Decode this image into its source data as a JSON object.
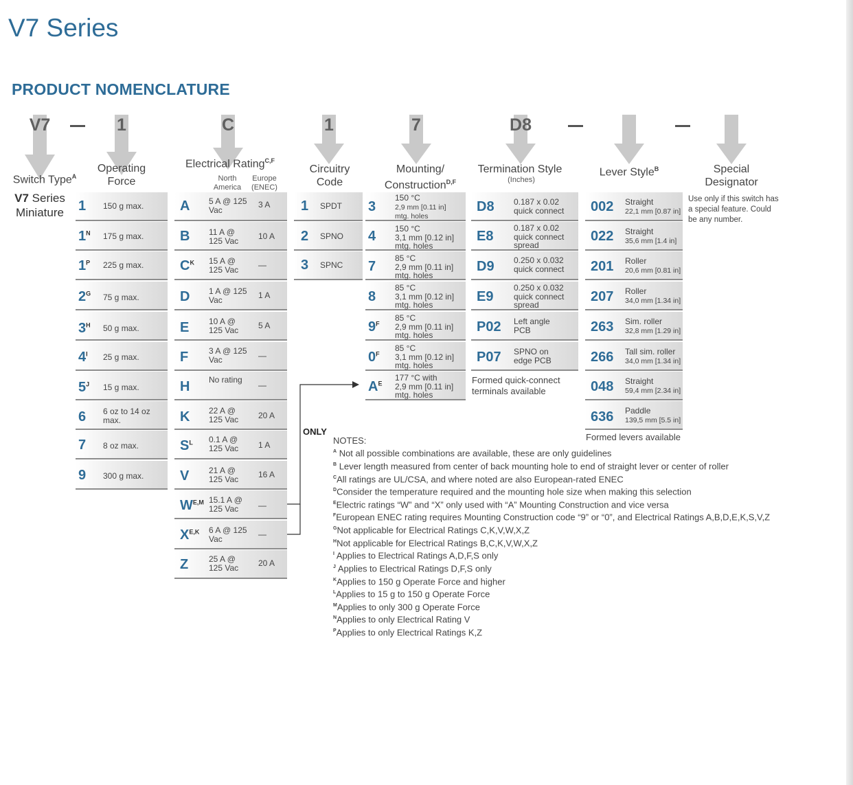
{
  "title": "V7 Series",
  "subtitle": "PRODUCT NOMENCLATURE",
  "codes": [
    "V7",
    "—",
    "1",
    "C",
    "1",
    "7",
    "D8",
    "—",
    "—"
  ],
  "headers": {
    "switch_type": "Switch Type",
    "switch_type_sup": "A",
    "operating_force": "Operating Force",
    "electrical_rating": "Electrical Rating",
    "electrical_rating_sup": "C,F",
    "north_america": "North America",
    "europe": "Europe (ENEC)",
    "circuitry": "Circuitry Code",
    "mounting": "Mounting/ Construction",
    "mounting_sup": "D,F",
    "termination": "Termination Style",
    "termination_sub": "(Inches)",
    "lever": "Lever Style",
    "lever_sup": "B",
    "special": "Special Designator"
  },
  "switch_type_value_bold": "V7",
  "switch_type_value": "Series Miniature",
  "operating_force": [
    {
      "code": "1",
      "sup": "",
      "text": "150 g max."
    },
    {
      "code": "1",
      "sup": "N",
      "text": "175 g max."
    },
    {
      "code": "1",
      "sup": "P",
      "text": "225 g max."
    },
    {
      "code": "2",
      "sup": "G",
      "text": "75 g max."
    },
    {
      "code": "3",
      "sup": "H",
      "text": "50 g max."
    },
    {
      "code": "4",
      "sup": "I",
      "text": "25 g max."
    },
    {
      "code": "5",
      "sup": "J",
      "text": "15 g max."
    },
    {
      "code": "6",
      "sup": "",
      "text": "6 oz to 14 oz max."
    },
    {
      "code": "7",
      "sup": "",
      "text": "8 oz max."
    },
    {
      "code": "9",
      "sup": "",
      "text": "300 g max."
    }
  ],
  "electrical_rating": [
    {
      "code": "A",
      "sup": "",
      "na": "5 A @ 125 Vac",
      "eu": "3 A"
    },
    {
      "code": "B",
      "sup": "",
      "na": "11 A @ 125 Vac",
      "eu": "10 A"
    },
    {
      "code": "C",
      "sup": "K",
      "na": "15 A @ 125 Vac",
      "eu": "—"
    },
    {
      "code": "D",
      "sup": "",
      "na": "1 A @ 125 Vac",
      "eu": "1 A"
    },
    {
      "code": "E",
      "sup": "",
      "na": "10 A @ 125 Vac",
      "eu": "5 A"
    },
    {
      "code": "F",
      "sup": "",
      "na": "3 A @ 125 Vac",
      "eu": "—"
    },
    {
      "code": "H",
      "sup": "",
      "na": "No rating",
      "eu": "—"
    },
    {
      "code": "K",
      "sup": "",
      "na": "22 A @ 125 Vac",
      "eu": "20 A"
    },
    {
      "code": "S",
      "sup": "L",
      "na": "0.1 A @ 125 Vac",
      "eu": "1 A"
    },
    {
      "code": "V",
      "sup": "",
      "na": "21 A @ 125 Vac",
      "eu": "16 A"
    },
    {
      "code": "W",
      "sup": "E,M",
      "na": "15.1 A @ 125 Vac",
      "eu": "—"
    },
    {
      "code": "X",
      "sup": "E,K",
      "na": "6 A @ 125 Vac",
      "eu": "—"
    },
    {
      "code": "Z",
      "sup": "",
      "na": "25 A @ 125 Vac",
      "eu": "20 A"
    }
  ],
  "circuitry": [
    {
      "code": "1",
      "text": "SPDT"
    },
    {
      "code": "2",
      "text": "SPNO"
    },
    {
      "code": "3",
      "text": "SPNC"
    }
  ],
  "only_label": "ONLY",
  "mounting": [
    {
      "code": "3",
      "sup": "",
      "l1": "150 °C",
      "l2": "2,9 mm [0.11 in]",
      "l3": "mtg. holes"
    },
    {
      "code": "4",
      "sup": "",
      "l1": "150 °C",
      "l2": "3,1 mm [0.12 in]",
      "l3": "mtg. holes"
    },
    {
      "code": "7",
      "sup": "",
      "l1": "85 °C",
      "l2": "2,9 mm [0.11 in]",
      "l3": "mtg. holes"
    },
    {
      "code": "8",
      "sup": "",
      "l1": "85 °C",
      "l2": "3,1 mm [0.12 in]",
      "l3": "mtg. holes"
    },
    {
      "code": "9",
      "sup": "F",
      "l1": "85 °C",
      "l2": "2,9 mm [0.11 in]",
      "l3": "mtg. holes"
    },
    {
      "code": "0",
      "sup": "F",
      "l1": "85 °C",
      "l2": "3,1 mm [0.12 in]",
      "l3": "mtg. holes"
    },
    {
      "code": "A",
      "sup": "E",
      "l1": "177 °C with",
      "l2": "2,9 mm [0.11 in]",
      "l3": "mtg. holes"
    }
  ],
  "termination": [
    {
      "code": "D8",
      "l1": "0.187 x 0.02",
      "l2": "quick connect",
      "l3": ""
    },
    {
      "code": "E8",
      "l1": "0.187 x 0.02",
      "l2": "quick connect",
      "l3": "spread"
    },
    {
      "code": "D9",
      "l1": "0.250 x 0.032",
      "l2": "quick connect",
      "l3": ""
    },
    {
      "code": "E9",
      "l1": "0.250 x 0.032",
      "l2": "quick connect",
      "l3": "spread"
    },
    {
      "code": "P02",
      "l1": "Left angle",
      "l2": "PCB",
      "l3": ""
    },
    {
      "code": "P07",
      "l1": "SPNO on",
      "l2": "edge PCB",
      "l3": ""
    }
  ],
  "termination_note": "Formed quick-connect terminals available",
  "lever": [
    {
      "code": "002",
      "l1": "Straight",
      "l2": "22,1 mm [0.87 in]"
    },
    {
      "code": "022",
      "l1": "Straight",
      "l2": "35,6 mm [1.4 in]"
    },
    {
      "code": "201",
      "l1": "Roller",
      "l2": "20,6 mm [0.81 in]"
    },
    {
      "code": "207",
      "l1": "Roller",
      "l2": "34,0 mm [1.34 in]"
    },
    {
      "code": "263",
      "l1": "Sim. roller",
      "l2": "32,8 mm [1.29 in]"
    },
    {
      "code": "266",
      "l1": "Tall sim. roller",
      "l2": "34,0 mm [1.34 in]"
    },
    {
      "code": "048",
      "l1": "Straight",
      "l2": "59,4 mm [2.34 in]"
    },
    {
      "code": "636",
      "l1": "Paddle",
      "l2": "139,5 mm [5.5 in]"
    }
  ],
  "lever_note": "Formed levers available",
  "special_text": "Use only if this switch has a special feature. Could be any number.",
  "notes_title": "NOTES:",
  "notes": [
    {
      "sup": "A",
      "text": "Not all possible combinations are available, these are only guidelines"
    },
    {
      "sup": "B",
      "text": "Lever length measured from center of back mounting hole to end of straight lever or center of roller"
    },
    {
      "sup": "C",
      "text": "All ratings are UL/CSA, and where noted are also European-rated ENEC"
    },
    {
      "sup": "D",
      "text": "Consider the temperature required and the mounting hole size when making this selection"
    },
    {
      "sup": "E",
      "text": "Electric ratings “W” and “X” only used with “A” Mounting Construction and vice versa"
    },
    {
      "sup": "F",
      "text": "European ENEC rating requires Mounting Construction code “9” or “0”, and Electrical Ratings A,B,D,E,K,S,V,Z"
    },
    {
      "sup": "G",
      "text": "Not applicable for Electrical Ratings C,K,V,W,X,Z"
    },
    {
      "sup": "H",
      "text": "Not applicable for Electrical Ratings B,C,K,V,W,X,Z"
    },
    {
      "sup": "I",
      "text": "Applies to Electrical Ratings A,D,F,S only"
    },
    {
      "sup": "J",
      "text": "Applies to Electrical Ratings D,F,S only"
    },
    {
      "sup": "K",
      "text": "Applies to 150 g Operate Force and higher"
    },
    {
      "sup": "L",
      "text": "Applies to 15 g to 150 g Operate Force"
    },
    {
      "sup": "M",
      "text": "Applies to only 300 g Operate Force"
    },
    {
      "sup": "N",
      "text": "Applies to only Electrical Rating V"
    },
    {
      "sup": "P",
      "text": "Applies to only Electrical Ratings K,Z"
    }
  ]
}
